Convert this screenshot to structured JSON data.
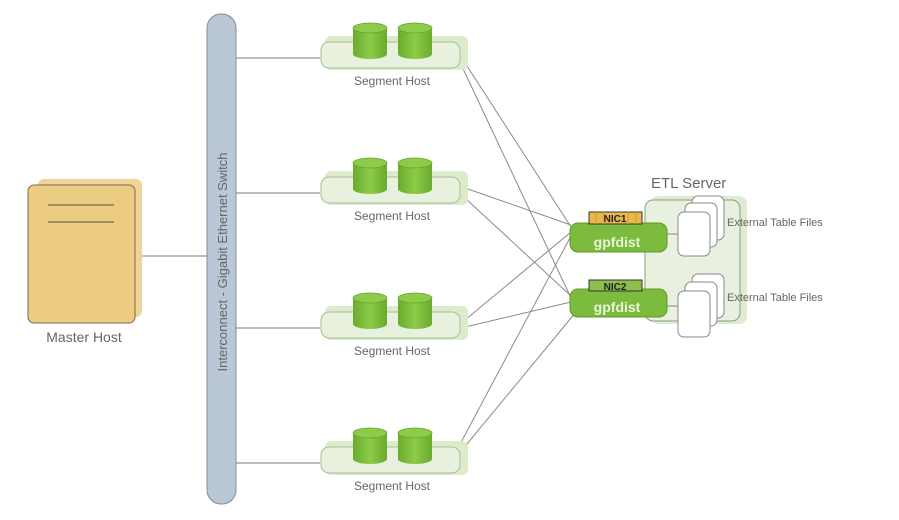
{
  "diagram": {
    "master_host": {
      "label": "Master Host",
      "color": "#eccb82"
    },
    "switch": {
      "label": "Interconnect - Gigabit Ethernet Switch",
      "color": "#b9c8d4"
    },
    "segment_hosts": [
      {
        "label": "Segment Host"
      },
      {
        "label": "Segment Host"
      },
      {
        "label": "Segment Host"
      },
      {
        "label": "Segment Host"
      }
    ],
    "etl_server": {
      "label": "ETL Server",
      "nics": [
        {
          "nic_label": "NIC1",
          "process_label": "gpfdist",
          "nic_color": "#e8b84c"
        },
        {
          "nic_label": "NIC2",
          "process_label": "gpfdist",
          "nic_color": "#8cc04a"
        }
      ],
      "file_groups": [
        {
          "label": "External Table Files"
        },
        {
          "label": "External Table Files"
        }
      ]
    },
    "colors": {
      "disk_green": "#7cbd3c",
      "segment_fill": "#e4eed8",
      "gpfdist_fill": "#7cbb3e",
      "etl_fill": "#e7efde",
      "line": "#8a8a8a"
    }
  }
}
